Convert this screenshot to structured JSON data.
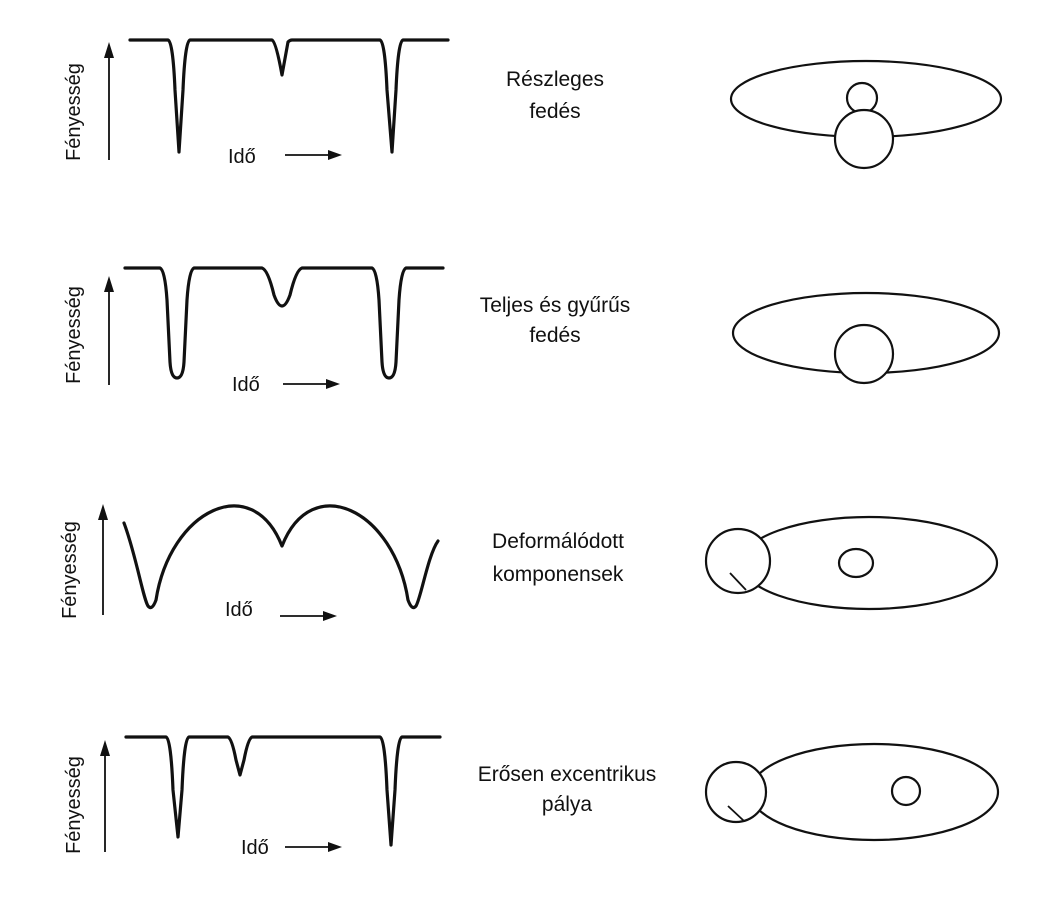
{
  "axis_labels": {
    "y": "Fényesség",
    "x": "Idő"
  },
  "rows": [
    {
      "id": "partial",
      "lines": [
        "Részleges",
        "fedés"
      ]
    },
    {
      "id": "total-annular",
      "lines": [
        "Teljes és gyűrűs",
        "fedés"
      ]
    },
    {
      "id": "deformed",
      "lines": [
        "Deformálódott",
        "komponensek"
      ]
    },
    {
      "id": "eccentric",
      "lines": [
        "Erősen excentrikus",
        "pálya"
      ]
    }
  ],
  "colors": {
    "ink": "#111111",
    "background": "#ffffff"
  }
}
